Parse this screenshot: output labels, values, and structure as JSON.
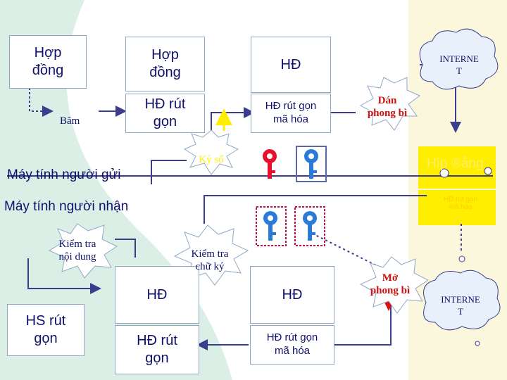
{
  "boxes": {
    "contract_1": "Hợp\nđồng",
    "contract_2": "Hợp\nđồng",
    "hd_top": "HĐ",
    "hd_summary_top": "HĐ rút\ngọn",
    "hd_encrypted_top": "HĐ rút gọn\nmã hóa",
    "hs_summary": "HS rút\ngọn",
    "hd_bottom_1": "HĐ",
    "hd_bottom_2": "HĐ",
    "hd_summary_bottom": "HĐ rút\ngọn",
    "hd_encrypted_bottom": "HĐ rút gọn\nmã hóa"
  },
  "labels": {
    "hash": "Băm",
    "sender_pc": "Máy tính người gửi",
    "receiver_pc": "Máy tính người nhận",
    "digital_sign": "Ký số",
    "seal_envelope": "Dán\nphong bì",
    "check_content": "Kiểm tra\nnội dung",
    "check_signature": "Kiểm tra\nchữ ký",
    "open_envelope": "Mở\nphong bì",
    "envelope_box": "Hîp ®ång",
    "envelope_inner": "HĐ rút gọn\nmã hóa",
    "internet_top": "INTERNE\nT",
    "internet_bottom": "INTERNE\nT"
  },
  "colors": {
    "wire": "#3c3c8c",
    "yellow": "#ffee00",
    "red": "#dd1010",
    "key_fill": "#e8102a",
    "key_fill_2": "#2a7ad8",
    "cloud": "#e8f1fb"
  }
}
